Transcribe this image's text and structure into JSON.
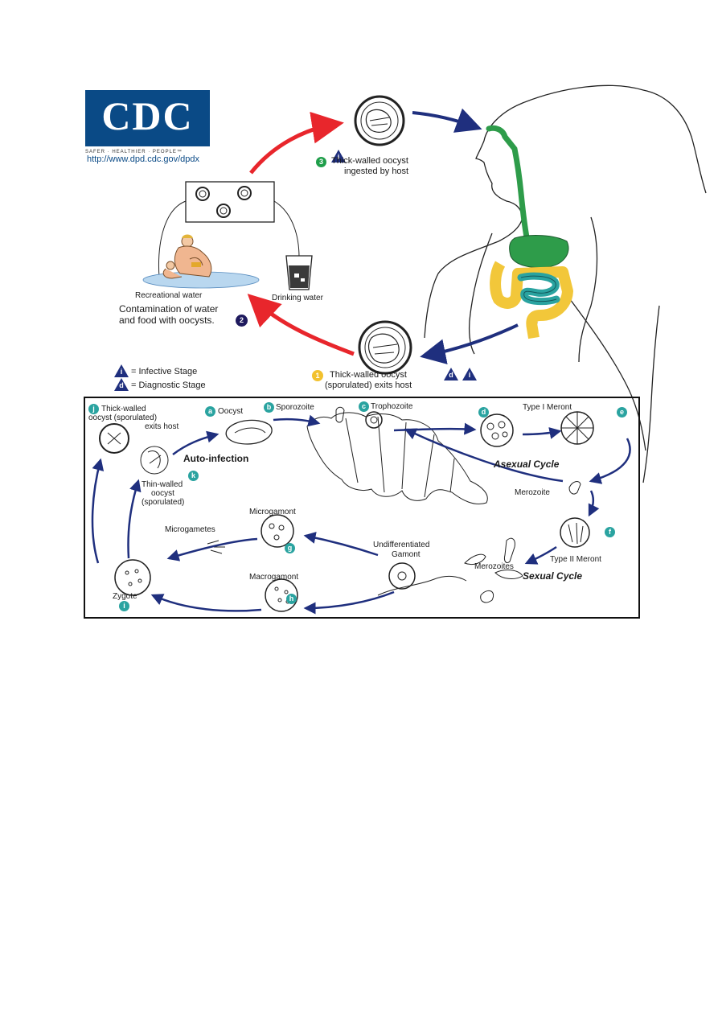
{
  "logo": {
    "text": "CDC",
    "tagline": "SAFER · HEALTHIER · PEOPLE™",
    "url": "http://www.dpd.cdc.gov/dpdx"
  },
  "upper": {
    "stage3": {
      "badge": "3",
      "marker": "i",
      "label_line1": "Thick-walled oocyst",
      "label_line2": "ingested by host"
    },
    "stage2": {
      "badge": "2",
      "label_line1": "Contamination of water",
      "label_line2": "and food with oocysts."
    },
    "stage1": {
      "badge": "1",
      "marker_d": "d",
      "marker_i": "i",
      "label_line1": "Thick-walled oocyst",
      "label_line2": "(sporulated) exits host"
    },
    "recreational_water": "Recreational water",
    "drinking_water": "Drinking water",
    "legend": {
      "infective_marker": "i",
      "infective": "= Infective Stage",
      "diagnostic_marker": "d",
      "diagnostic": "= Diagnostic Stage"
    }
  },
  "lower": {
    "j": {
      "badge": "j",
      "line1": "Thick-walled",
      "line2": "oocyst (sporulated)",
      "line3": "exits host"
    },
    "a": {
      "badge": "a",
      "label": "Oocyst"
    },
    "b": {
      "badge": "b",
      "label": "Sporozoite"
    },
    "c": {
      "badge": "c",
      "label": "Trophozoite"
    },
    "d": {
      "badge": "d",
      "label": "Type I Meront"
    },
    "e": {
      "badge": "e"
    },
    "k": {
      "badge": "k",
      "line1": "Thin-walled",
      "line2": "oocyst",
      "line3": "(sporulated)"
    },
    "auto_infection": "Auto-infection",
    "asexual_cycle": "Asexual Cycle",
    "merozoite": "Merozoite",
    "f": {
      "badge": "f",
      "label": "Type II Meront"
    },
    "merozoites": "Merozoites",
    "sexual_cycle": "Sexual Cycle",
    "g": {
      "badge": "g",
      "label": "Microgamont"
    },
    "microgametes": "Microgametes",
    "undiff_line1": "Undifferentiated",
    "undiff_line2": "Gamont",
    "h": {
      "badge": "h",
      "label": "Macrogamont"
    },
    "i": {
      "badge": "i",
      "label": "Zygote"
    }
  },
  "colors": {
    "arrow_red": "#e8262c",
    "arrow_navy": "#1f2f7e",
    "gut_green": "#2e9c4a",
    "gut_yellow": "#f2c73a",
    "gut_teal": "#2aa3a0",
    "logo_blue": "#0a4a86"
  }
}
